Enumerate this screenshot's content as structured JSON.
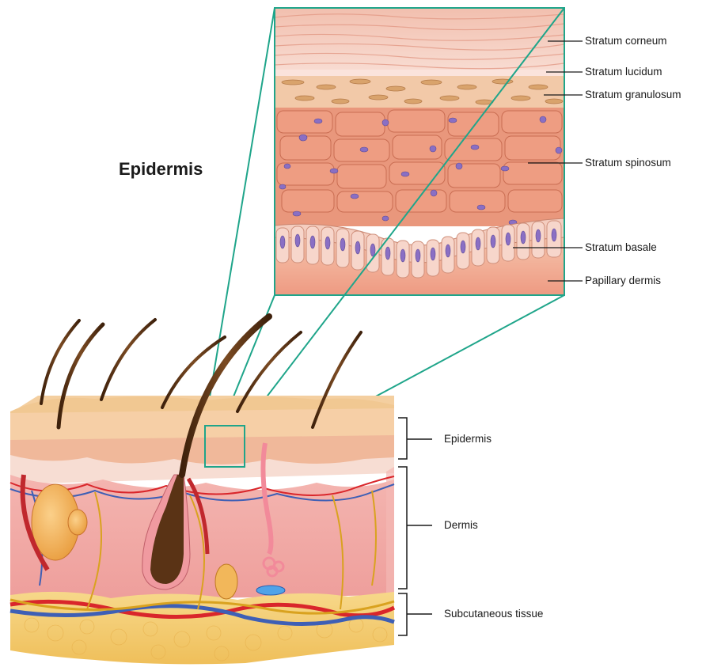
{
  "title": "Epidermis",
  "layers": {
    "corneum": "Stratum corneum",
    "lucidum": "Stratum lucidum",
    "granulosum": "Stratum granulosum",
    "spinosum": "Stratum spinosum",
    "basale": "Stratum basale",
    "papillary": "Papillary dermis"
  },
  "regions": {
    "epidermis": "Epidermis",
    "dermis": "Dermis",
    "subcutaneous": "Subcutaneous tissue"
  },
  "colors": {
    "zoom_outline": "#1fa58a",
    "corneum": "#f3c7b6",
    "spinosum": "#e8967a",
    "nucleus": "#8a6fc4",
    "dermis": "#f2a6a6",
    "fat": "#f5cf72",
    "hair": "#5a3315",
    "artery": "#d9262b",
    "vein": "#3e5fb5",
    "nerve": "#d9a21f"
  }
}
